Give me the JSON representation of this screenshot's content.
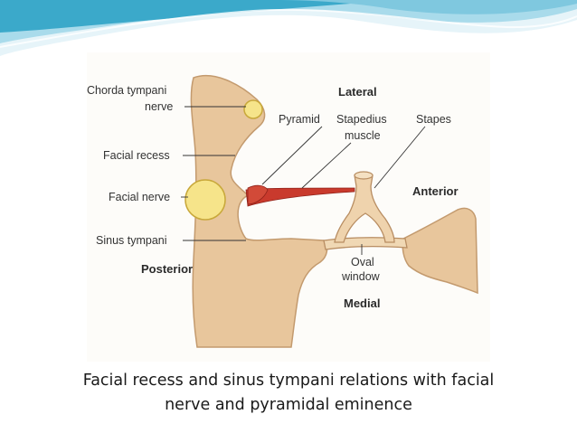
{
  "diagram": {
    "labels": {
      "chorda_tympani_1": "Chorda tympani",
      "chorda_tympani_2": "nerve",
      "lateral": "Lateral",
      "pyramid": "Pyramid",
      "stapedius_1": "Stapedius",
      "stapedius_2": "muscle",
      "stapes": "Stapes",
      "facial_recess": "Facial recess",
      "facial_nerve": "Facial nerve",
      "anterior": "Anterior",
      "sinus_tympani": "Sinus tympani",
      "oval_1": "Oval",
      "oval_2": "window",
      "posterior": "Posterior",
      "medial": "Medial"
    },
    "colors": {
      "bone": "#e9c9a0",
      "bone_edge": "#c99d72",
      "nerve": "#f6e48a",
      "nerve_edge": "#c8a83a",
      "muscle": "#cc3a2c",
      "banner_light": "#dff1f7",
      "banner_mid": "#9fd6e8",
      "banner_dark": "#3aa7c8"
    }
  },
  "caption": {
    "line1": "Facial recess and sinus tympani relations with facial",
    "line2": "nerve and pyramidal eminence"
  }
}
